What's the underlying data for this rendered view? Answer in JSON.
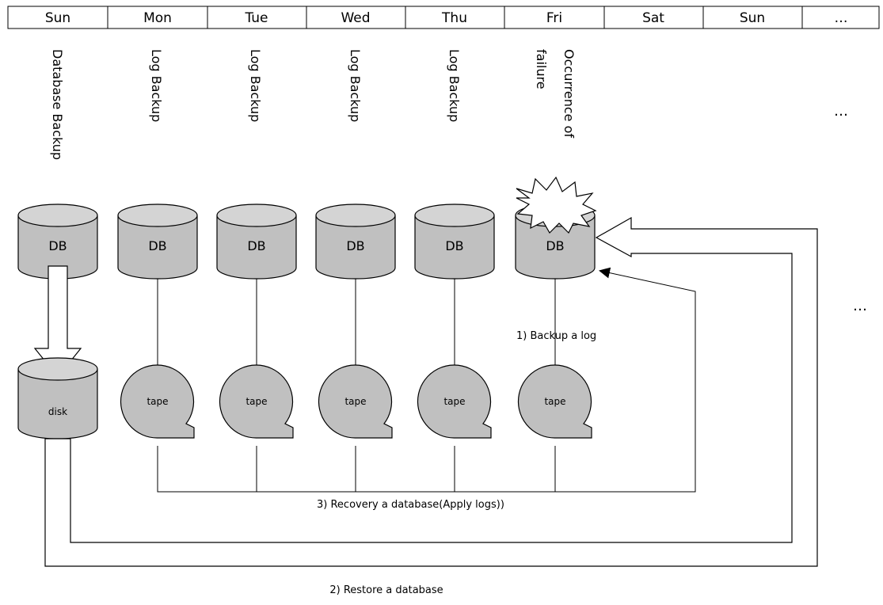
{
  "timeline": {
    "days": [
      "Sun",
      "Mon",
      "Tue",
      "Wed",
      "Thu",
      "Fri",
      "Sat",
      "Sun",
      "…"
    ]
  },
  "backup_labels": [
    "Database  Backup",
    "Log Backup",
    "Log Backup",
    "Log Backup",
    "Log Backup"
  ],
  "failure_label": {
    "line1": "Occurrence of",
    "line2": "failure"
  },
  "cylinder_label": "DB",
  "disk_label": "disk",
  "tape_label": "tape",
  "ellipsis": "…",
  "steps": {
    "backup_log": "1) Backup a log",
    "restore": "2) Restore a database",
    "recovery": "3) Recovery a database(Apply logs))"
  },
  "colors": {
    "shape_fill": "#c0c0c0",
    "stroke": "#000000",
    "background": "#ffffff"
  }
}
